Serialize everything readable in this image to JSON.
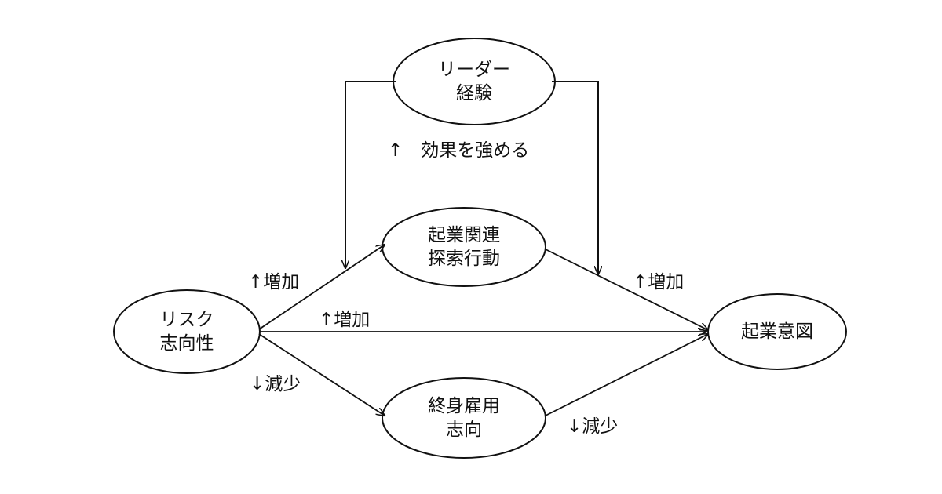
{
  "nodes": {
    "leader": {
      "line1": "リーダー",
      "line2": "経験"
    },
    "risk": {
      "line1": "リスク",
      "line2": "志向性"
    },
    "explore": {
      "line1": "起業関連",
      "line2": "探索行動"
    },
    "lifetime": {
      "line1": "終身雇用",
      "line2": "志向"
    },
    "intent": {
      "line1": "起業意図"
    }
  },
  "labels": {
    "moderation": "↑　効果を強める",
    "risk_to_explore": "↑増加",
    "risk_to_intent": "↑増加",
    "explore_to_intent": "↑増加",
    "risk_to_lifetime": "↓減少",
    "lifetime_to_intent": "↓減少"
  }
}
